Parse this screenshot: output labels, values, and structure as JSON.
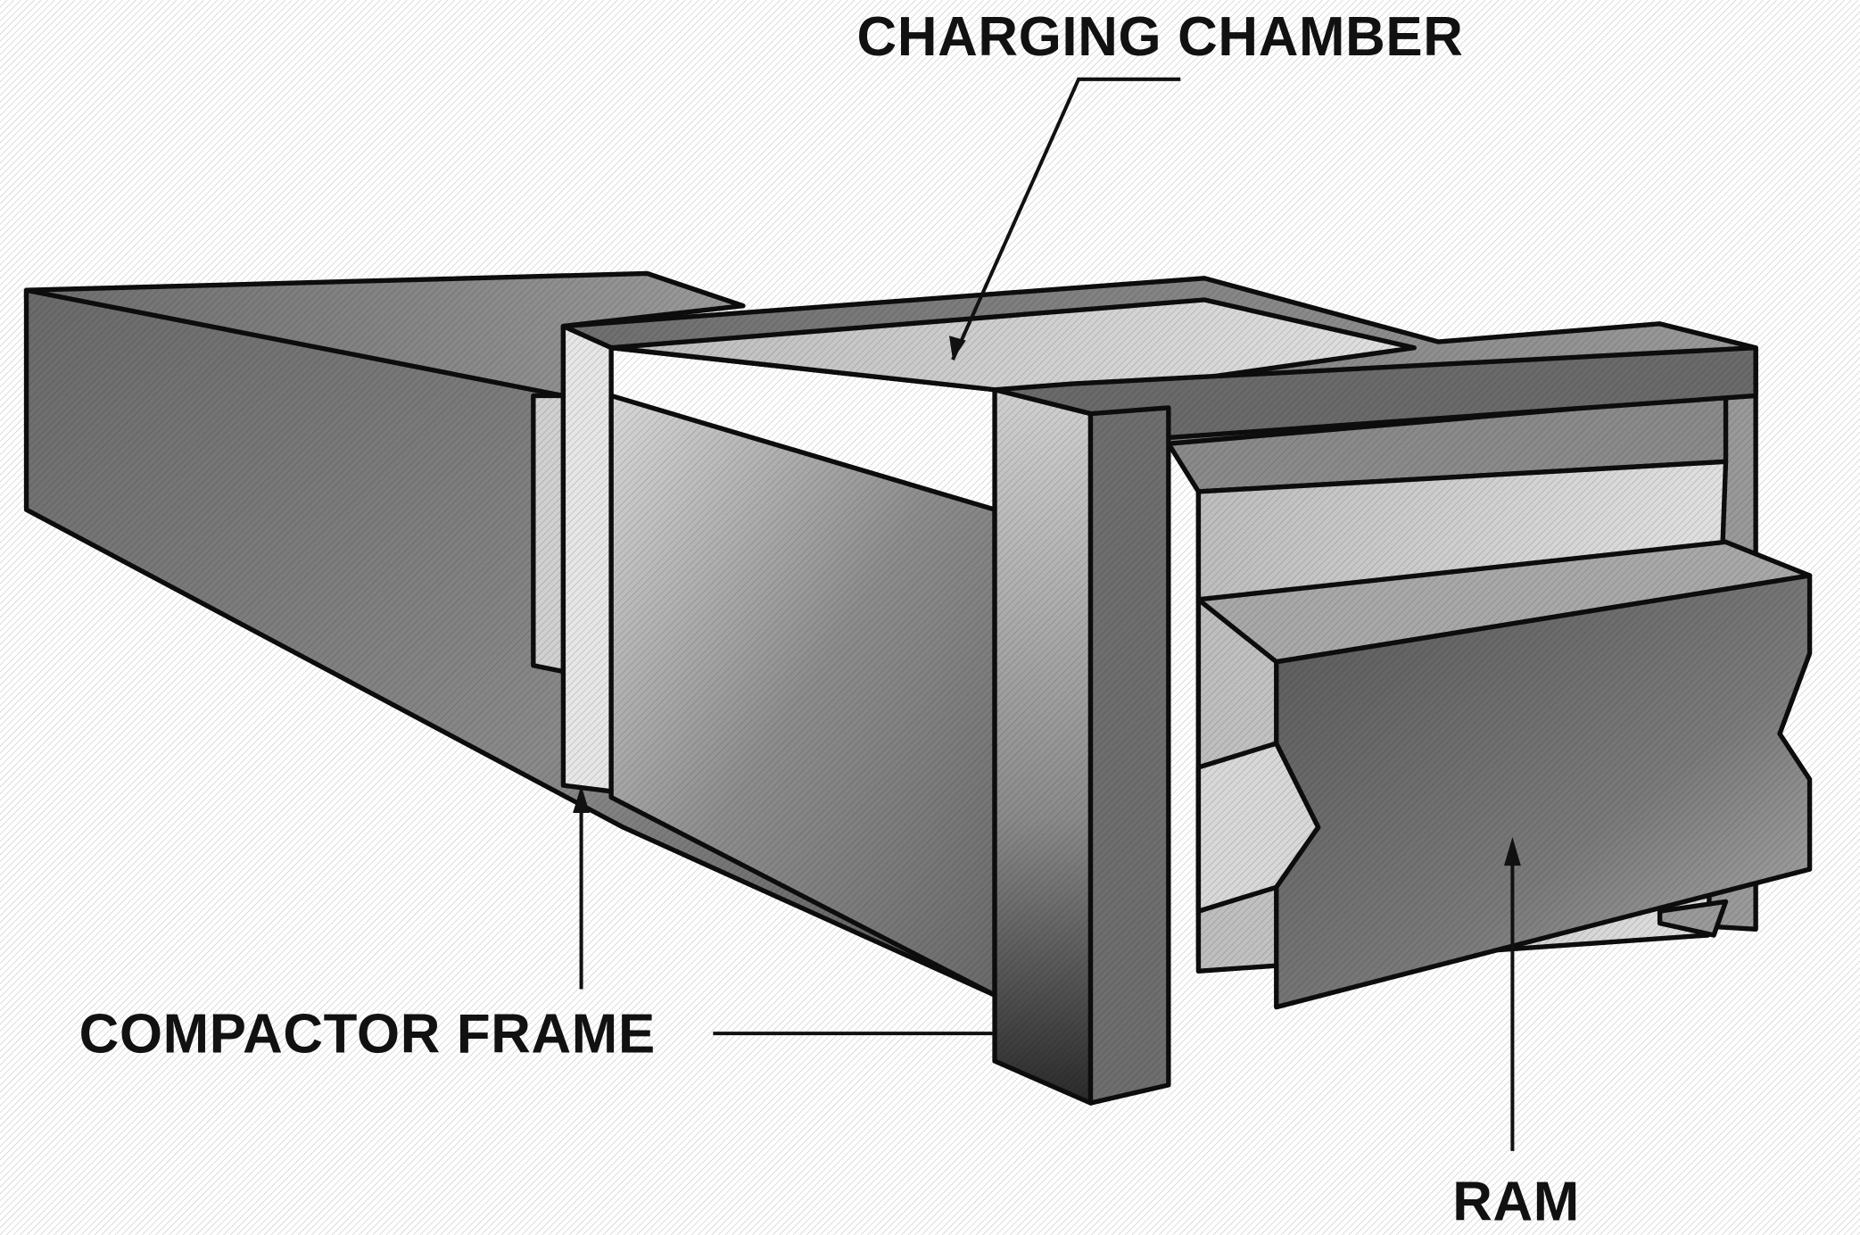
{
  "labels": {
    "charging_chamber": "CHARGING CHAMBER",
    "compactor_frame": "COMPACTOR FRAME",
    "ram": "RAM"
  },
  "colors": {
    "ink": "#0d0d0d",
    "dark_shade": "#4a4a4a",
    "mid_shade": "#7d7d7d",
    "light_shade": "#c9c9c9"
  }
}
